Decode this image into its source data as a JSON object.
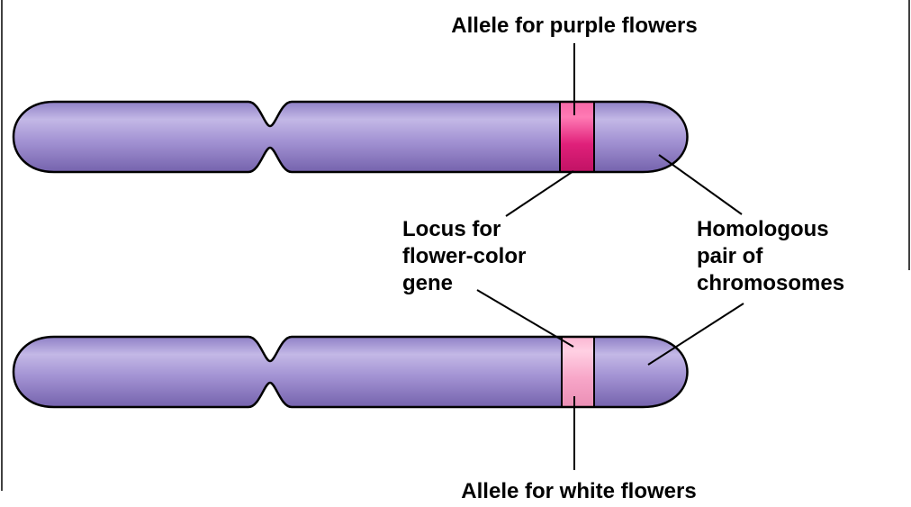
{
  "labels": {
    "top_allele": "Allele for purple flowers",
    "bottom_allele": "Allele for white flowers",
    "locus": [
      "Locus for",
      "flower-color",
      "gene"
    ],
    "homologous": [
      "Homologous",
      "pair of",
      "chromosomes"
    ]
  },
  "colors": {
    "chromosome_fill": "#a494d4",
    "chromosome_highlight": "#c3b8e6",
    "chromosome_shadow": "#7e6cb4",
    "outline": "#000000",
    "purple_allele_band": "#e0207a",
    "white_allele_band": "#f7a6c8",
    "background": "#ffffff"
  }
}
